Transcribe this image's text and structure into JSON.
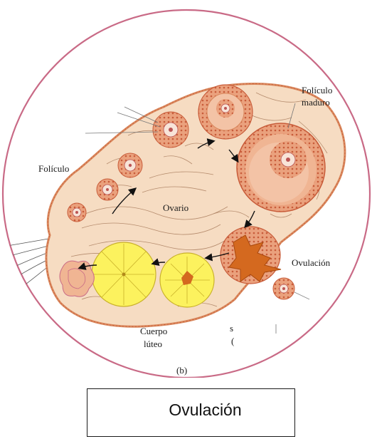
{
  "diagram": {
    "labels": {
      "foliculo_maduro_1": "Folículo",
      "foliculo_maduro_2": "maduro",
      "foliculo": "Folículo",
      "ovario": "Ovario",
      "ovulacion": "Ovulación",
      "cuerpo_luteo_1": "Cuerpo",
      "cuerpo_luteo_2": "lúteo",
      "partial_s": "s",
      "partial_paren": "(",
      "panel_letter": "(b)"
    },
    "colors": {
      "circle_border": "#c96a86",
      "ovary_fill": "#f6dcc2",
      "ovary_edge": "#d9875c",
      "follicle_fill": "#eaa17d",
      "antrum_fill": "#f3c3a6",
      "rupture_fill": "#d4691f",
      "corpus_luteum": "#fcf25e"
    }
  },
  "caption": {
    "text": "Ovulación"
  }
}
